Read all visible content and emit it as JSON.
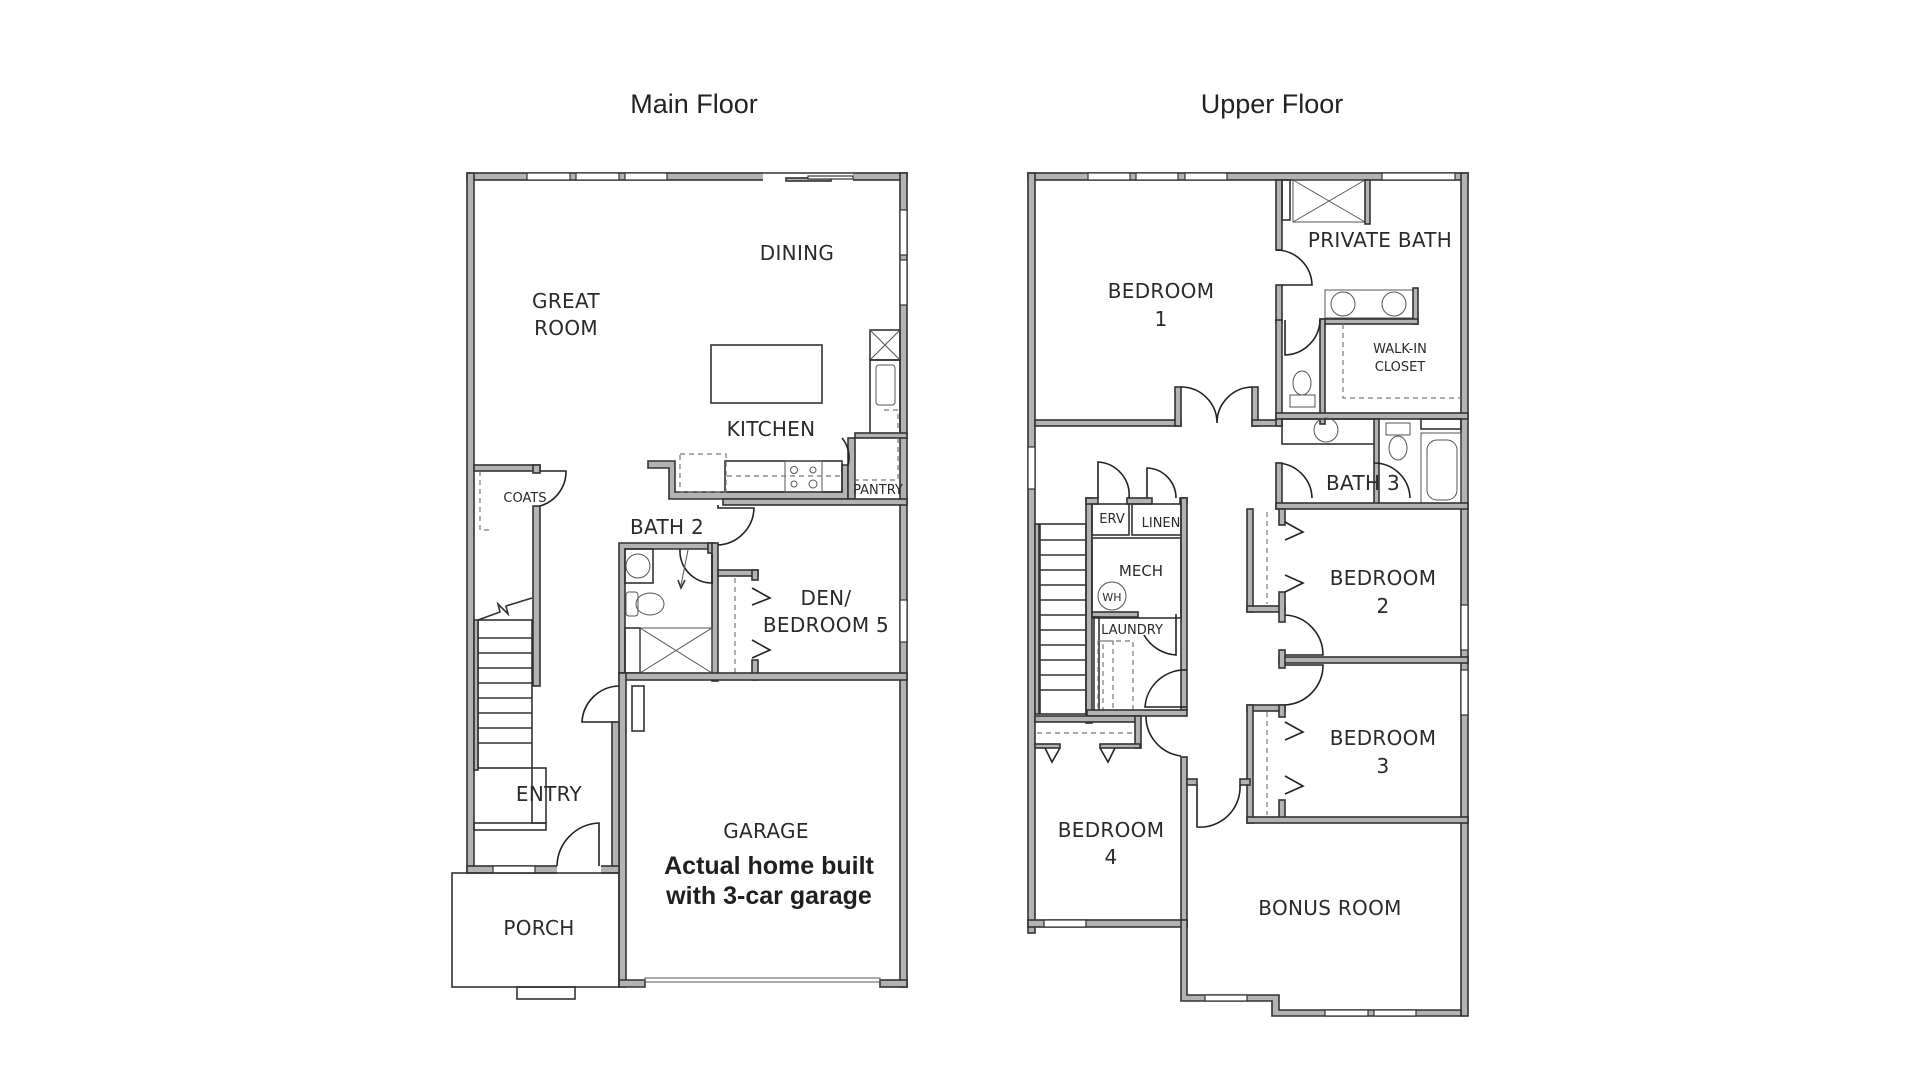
{
  "titles": {
    "main_floor": "Main Floor",
    "upper_floor": "Upper Floor"
  },
  "main_floor": {
    "rooms": {
      "great_room_1": "GREAT",
      "great_room_2": "ROOM",
      "dining": "DINING",
      "kitchen": "KITCHEN",
      "pantry": "PANTRY",
      "coats": "COATS",
      "bath_2": "BATH 2",
      "den_1": "DEN/",
      "den_2": "BEDROOM 5",
      "entry": "ENTRY",
      "garage": "GARAGE",
      "porch": "PORCH"
    },
    "garage_note_1": "Actual home built",
    "garage_note_2": "with 3-car garage"
  },
  "upper_floor": {
    "rooms": {
      "bedroom_1a": "BEDROOM",
      "bedroom_1b": "1",
      "private_bath": "PRIVATE BATH",
      "walk_in_1": "WALK-IN",
      "walk_in_2": "CLOSET",
      "bath_3": "BATH 3",
      "erv": "ERV",
      "linen": "LINEN",
      "mech": "MECH",
      "wh": "WH",
      "laundry": "LAUNDRY",
      "bedroom_2a": "BEDROOM",
      "bedroom_2b": "2",
      "bedroom_3a": "BEDROOM",
      "bedroom_3b": "3",
      "bedroom_4a": "BEDROOM",
      "bedroom_4b": "4",
      "bonus_room": "BONUS ROOM"
    }
  },
  "colors": {
    "wall_fill": "#b3b3b3",
    "line": "#333333",
    "background": "#ffffff",
    "text": "#2a2a2a"
  }
}
